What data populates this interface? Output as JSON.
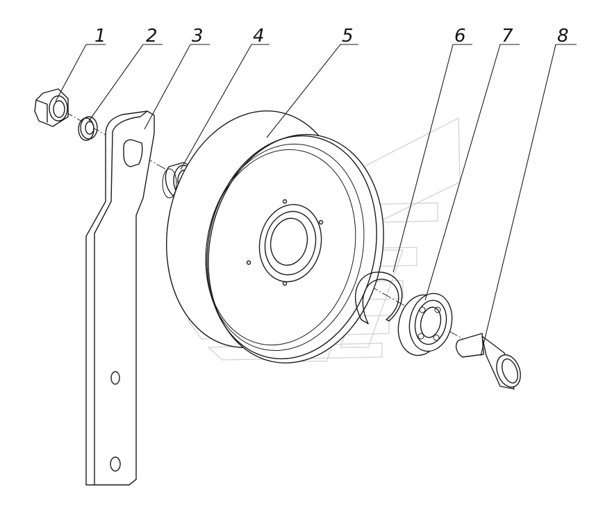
{
  "callouts": [
    {
      "label": "1",
      "part": "nut"
    },
    {
      "label": "2",
      "part": "spring-washer"
    },
    {
      "label": "3",
      "part": "bracket-lever"
    },
    {
      "label": "4",
      "part": "spacer-bushing"
    },
    {
      "label": "5",
      "part": "pulley"
    },
    {
      "label": "6",
      "part": "retaining-ring"
    },
    {
      "label": "7",
      "part": "ball-bearing"
    },
    {
      "label": "8",
      "part": "axle-pin"
    }
  ],
  "colors": {
    "line": "#1a1a1a",
    "watermark": "#d2d2d2",
    "background": "#ffffff"
  }
}
